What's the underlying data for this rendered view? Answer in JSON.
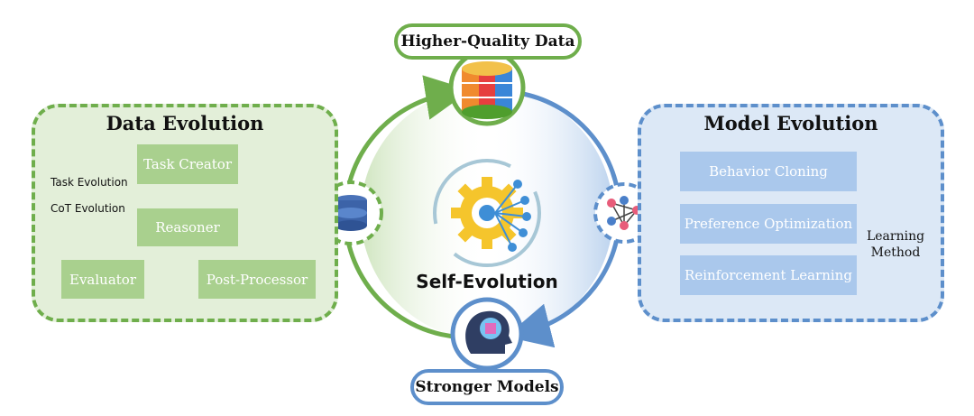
{
  "top_label": "Higher-Quality Data",
  "bottom_label": "Stronger Models",
  "center_label": "Self-Evolution",
  "data_evolution": {
    "title": "Data Evolution",
    "task_evolution_label": "Task Evolution",
    "cot_evolution_label": "CoT Evolution",
    "task_creator": "Task Creator",
    "reasoner": "Reasoner",
    "evaluator": "Evaluator",
    "post_processor": "Post-Processor"
  },
  "model_evolution": {
    "title": "Model Evolution",
    "methods": [
      "Behavior Cloning",
      "Preference Optimization",
      "Reinforcement Learning"
    ],
    "learning_method_label_1": "Learning",
    "learning_method_label_2": "Method"
  },
  "colors": {
    "green_accent": "#6fae4c",
    "green_fill": "#e3efd9",
    "green_box": "#a9d08e",
    "blue_accent": "#5d8fcb",
    "blue_fill": "#dce8f6",
    "blue_box": "#aac8ec"
  },
  "icons": [
    "book-icon",
    "document-lightbulb-icon",
    "database-icon",
    "cycle-arrows-icon",
    "gear-network-icon",
    "neural-network-icon",
    "ai-head-icon",
    "learning-tools-icon"
  ]
}
